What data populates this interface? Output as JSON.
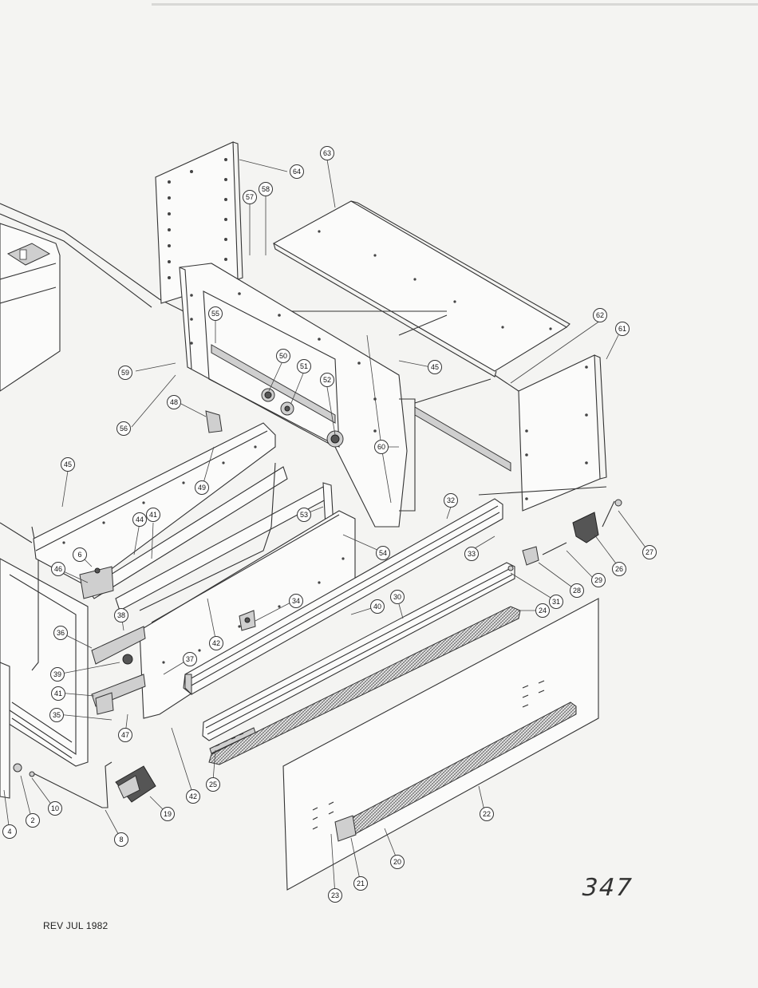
{
  "revision_note": "REV JUL 1982",
  "page_number": "347",
  "callouts": [
    {
      "id": "c64",
      "label": "64"
    },
    {
      "id": "c63",
      "label": "63"
    },
    {
      "id": "c57",
      "label": "57"
    },
    {
      "id": "c58",
      "label": "58"
    },
    {
      "id": "c55",
      "label": "55"
    },
    {
      "id": "c62",
      "label": "62"
    },
    {
      "id": "c61",
      "label": "61"
    },
    {
      "id": "c45a",
      "label": "45"
    },
    {
      "id": "c50",
      "label": "50"
    },
    {
      "id": "c51",
      "label": "51"
    },
    {
      "id": "c52",
      "label": "52"
    },
    {
      "id": "c59",
      "label": "59"
    },
    {
      "id": "c48",
      "label": "48"
    },
    {
      "id": "c56",
      "label": "56"
    },
    {
      "id": "c60",
      "label": "60"
    },
    {
      "id": "c45b",
      "label": "45"
    },
    {
      "id": "c49",
      "label": "49"
    },
    {
      "id": "c53",
      "label": "53"
    },
    {
      "id": "c54",
      "label": "54"
    },
    {
      "id": "c32",
      "label": "32"
    },
    {
      "id": "c44",
      "label": "44"
    },
    {
      "id": "c41a",
      "label": "41"
    },
    {
      "id": "c6",
      "label": "6"
    },
    {
      "id": "c46",
      "label": "46"
    },
    {
      "id": "c33",
      "label": "33"
    },
    {
      "id": "c27",
      "label": "27"
    },
    {
      "id": "c26",
      "label": "26"
    },
    {
      "id": "c29",
      "label": "29"
    },
    {
      "id": "c28",
      "label": "28"
    },
    {
      "id": "c31",
      "label": "31"
    },
    {
      "id": "c34",
      "label": "34"
    },
    {
      "id": "c30",
      "label": "30"
    },
    {
      "id": "c40",
      "label": "40"
    },
    {
      "id": "c24",
      "label": "24"
    },
    {
      "id": "c38",
      "label": "38"
    },
    {
      "id": "c36",
      "label": "36"
    },
    {
      "id": "c42a",
      "label": "42"
    },
    {
      "id": "c37",
      "label": "37"
    },
    {
      "id": "c39",
      "label": "39"
    },
    {
      "id": "c41b",
      "label": "41"
    },
    {
      "id": "c35",
      "label": "35"
    },
    {
      "id": "c47",
      "label": "47"
    },
    {
      "id": "c25",
      "label": "25"
    },
    {
      "id": "c22",
      "label": "22"
    },
    {
      "id": "c42b",
      "label": "42"
    },
    {
      "id": "c19",
      "label": "19"
    },
    {
      "id": "c4",
      "label": "4"
    },
    {
      "id": "c2",
      "label": "2"
    },
    {
      "id": "c10",
      "label": "10"
    },
    {
      "id": "c8",
      "label": "8"
    },
    {
      "id": "c20",
      "label": "20"
    },
    {
      "id": "c21",
      "label": "21"
    },
    {
      "id": "c23",
      "label": "23"
    }
  ]
}
